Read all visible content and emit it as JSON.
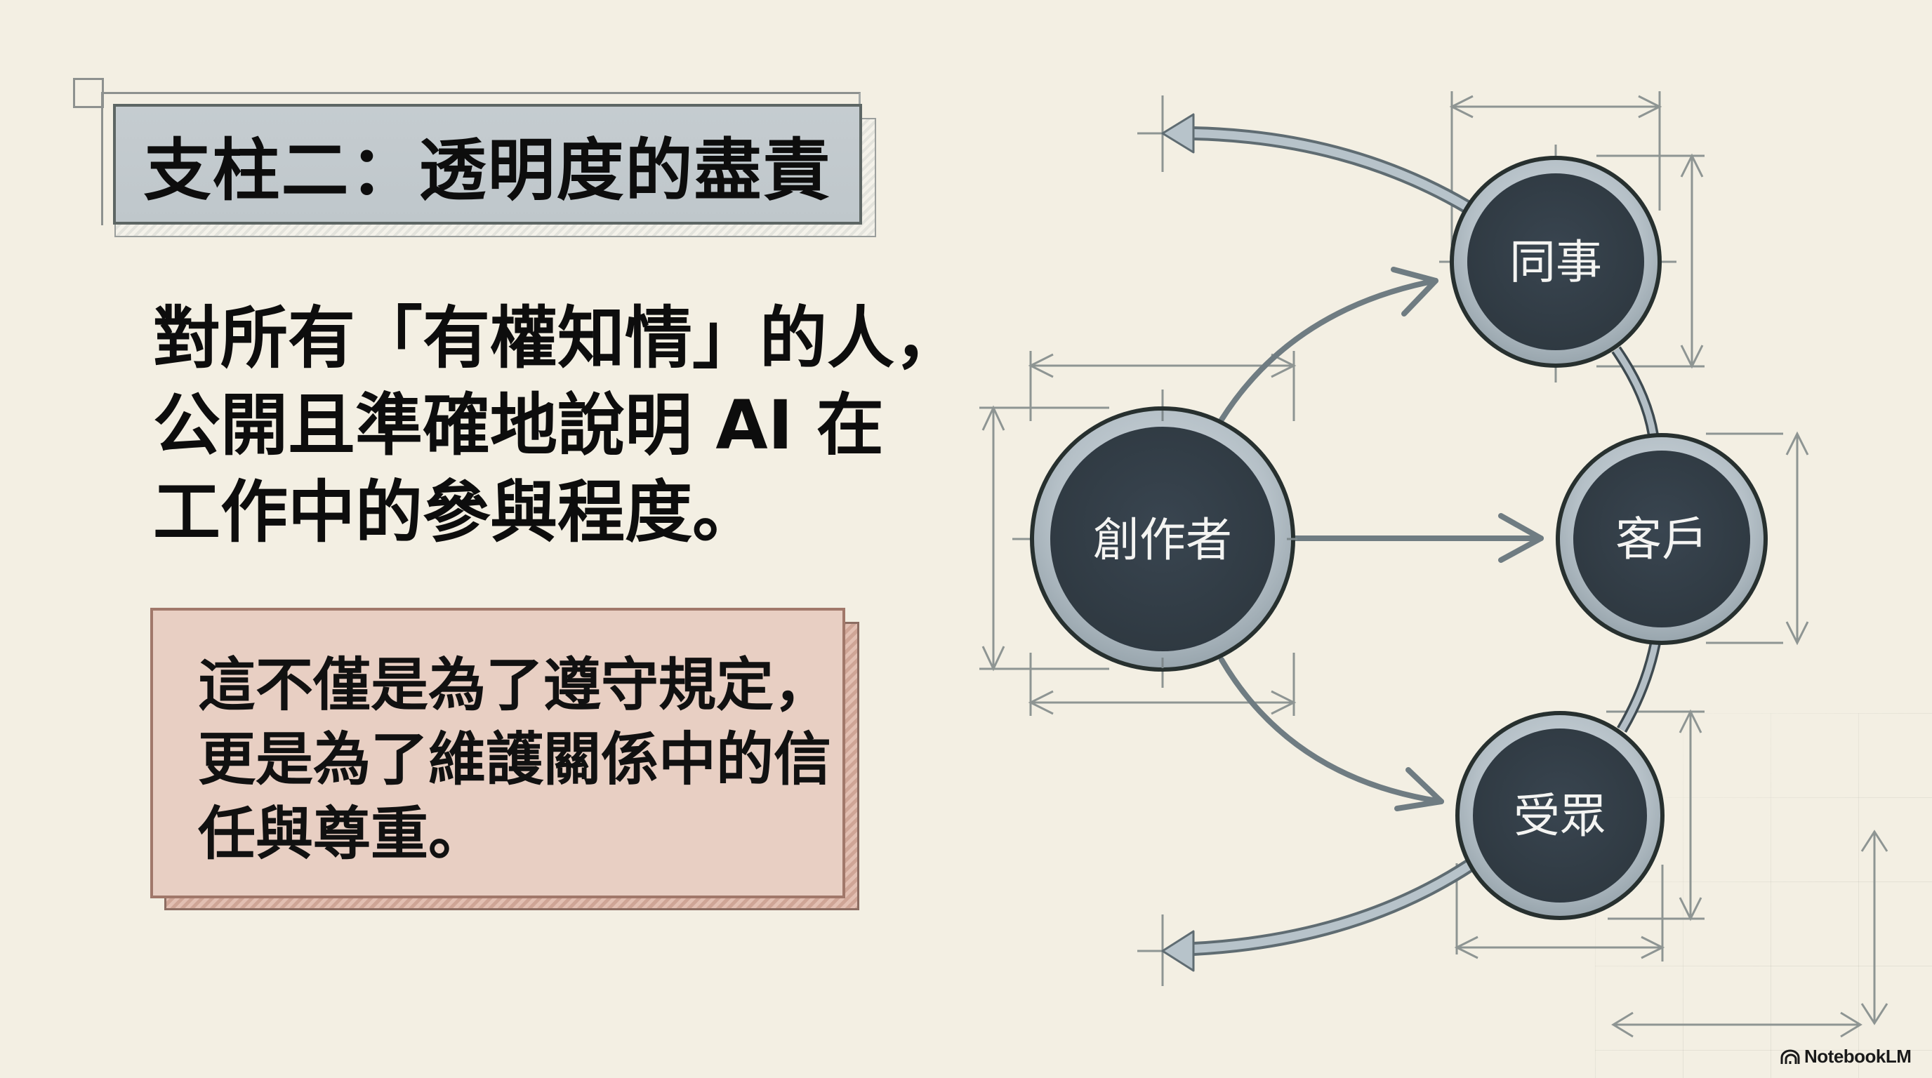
{
  "title": "支柱二：透明度的盡責",
  "statement": {
    "lines": [
      "對所有「有權知情」的人，",
      "公開且準確地說明 AI 在",
      "工作中的參與程度。"
    ]
  },
  "callout": {
    "lines": [
      "這不僅是為了遵守規定，",
      "更是為了維護關係中的信",
      "任與尊重。"
    ]
  },
  "diagram": {
    "nodes": [
      {
        "id": "creator",
        "label": "創作者"
      },
      {
        "id": "colleague",
        "label": "同事"
      },
      {
        "id": "client",
        "label": "客戶"
      },
      {
        "id": "audience",
        "label": "受眾"
      }
    ],
    "colors": {
      "node_fill": "#333d45",
      "node_ring": "#b8c3ca",
      "node_outline": "#27302f",
      "arrow": "#6f7c82",
      "dimension_line": "#8e9593"
    }
  },
  "watermark": {
    "icon": "notebooklm-logo-icon",
    "text": "NotebookLM"
  },
  "theme": {
    "background": "#f3efe3",
    "title_box_fill": "#c3cace",
    "callout_fill": "#e8cfc3"
  }
}
